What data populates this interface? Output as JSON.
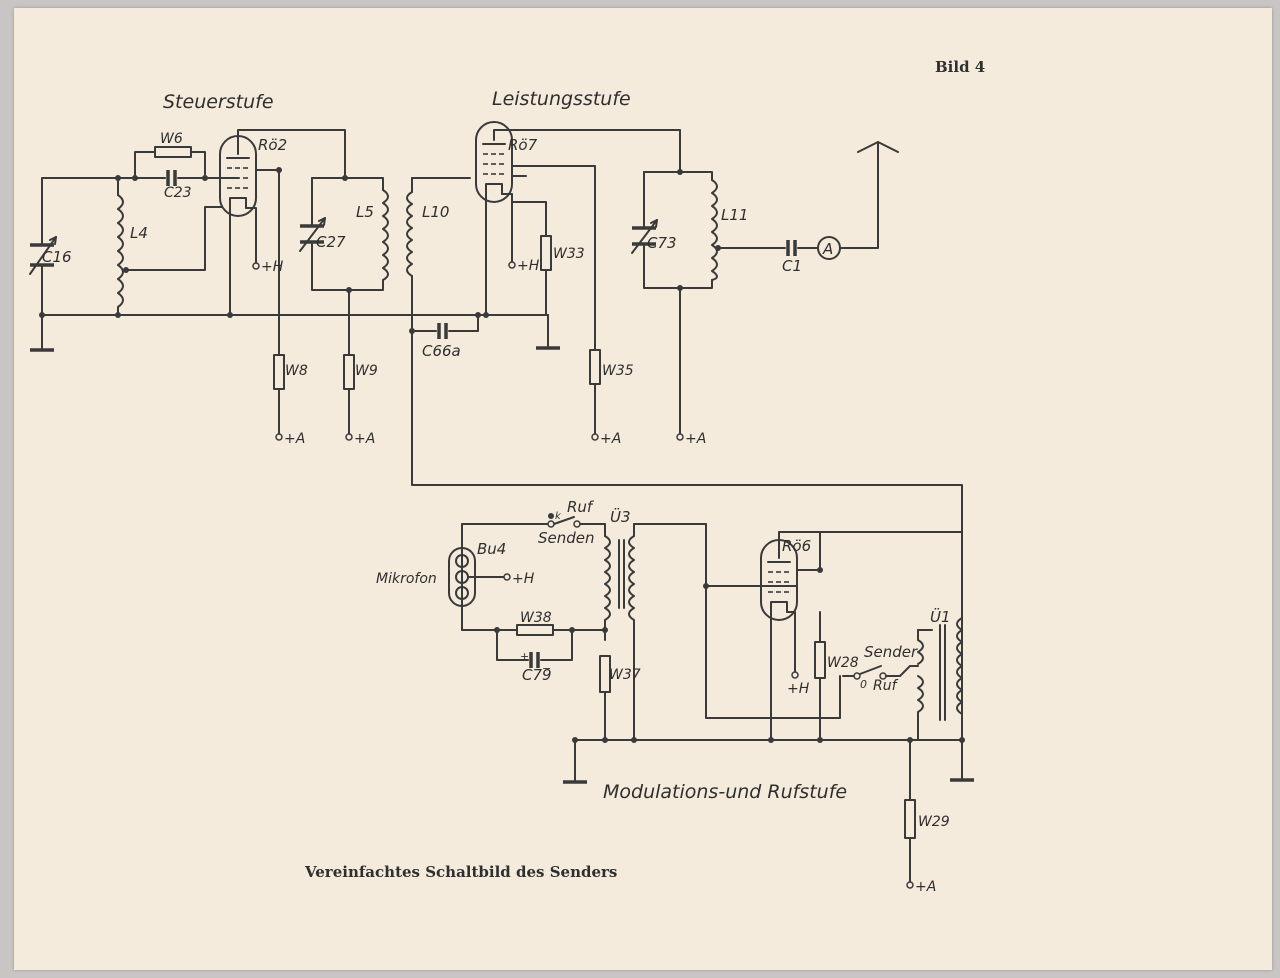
{
  "figure_label": "Bild 4",
  "caption": "Vereinfachtes Schaltbild des Senders",
  "stages": {
    "control": "Steuerstufe",
    "power": "Leistungsstufe",
    "modulation": "Modulations-und Rufstufe"
  },
  "components": {
    "C16": "C16",
    "L4": "L4",
    "W6": "W6",
    "C23": "C23",
    "Ro2": "Rö2",
    "C27": "C27",
    "L5": "L5",
    "L10": "L10",
    "Ro7": "Rö7",
    "W33": "W33",
    "C73": "C73",
    "L11": "L11",
    "C1": "C1",
    "A": "A",
    "W8": "W8",
    "W9": "W9",
    "C66a": "C66a",
    "W35": "W35",
    "Ruf": "Ruf",
    "Senden": "Senden",
    "U3": "Ü3",
    "Bu4": "Bu4",
    "Mikrofon": "Mikrofon",
    "W38": "W38",
    "C79": "C79",
    "W37": "W37",
    "Ro6": "Rö6",
    "W28": "W28",
    "U1": "Ü1",
    "Sender": "Sender",
    "Ruf2": "Ruf",
    "W29": "W29"
  },
  "supply": {
    "plusH": "+H",
    "plusA": "+A"
  },
  "switch_marks": {
    "k": "k",
    "zero": "0"
  },
  "polarity": {
    "plus": "+",
    "minus": "−"
  }
}
